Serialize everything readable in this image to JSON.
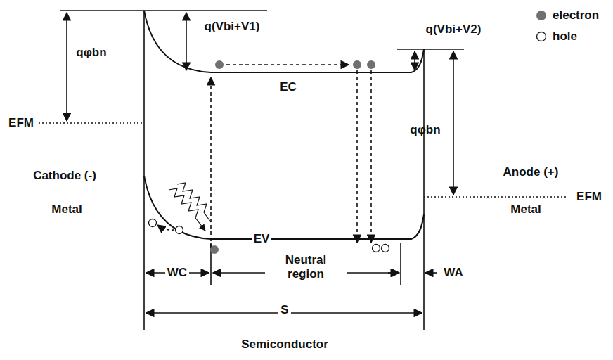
{
  "diagram": {
    "labels": [
      "qφbn",
      "q(Vbi+V1)",
      "q(Vbi+V2)",
      "qφbn",
      "EFM",
      "EFM",
      "EC",
      "EV",
      "Cathode (-)",
      "Anode (+)",
      "Metal",
      "Metal",
      "WC",
      "Neutral region",
      "WA",
      "S",
      "Semiconductor"
    ],
    "legend": [
      {
        "text": "electron"
      },
      {
        "text": "hole"
      }
    ]
  }
}
